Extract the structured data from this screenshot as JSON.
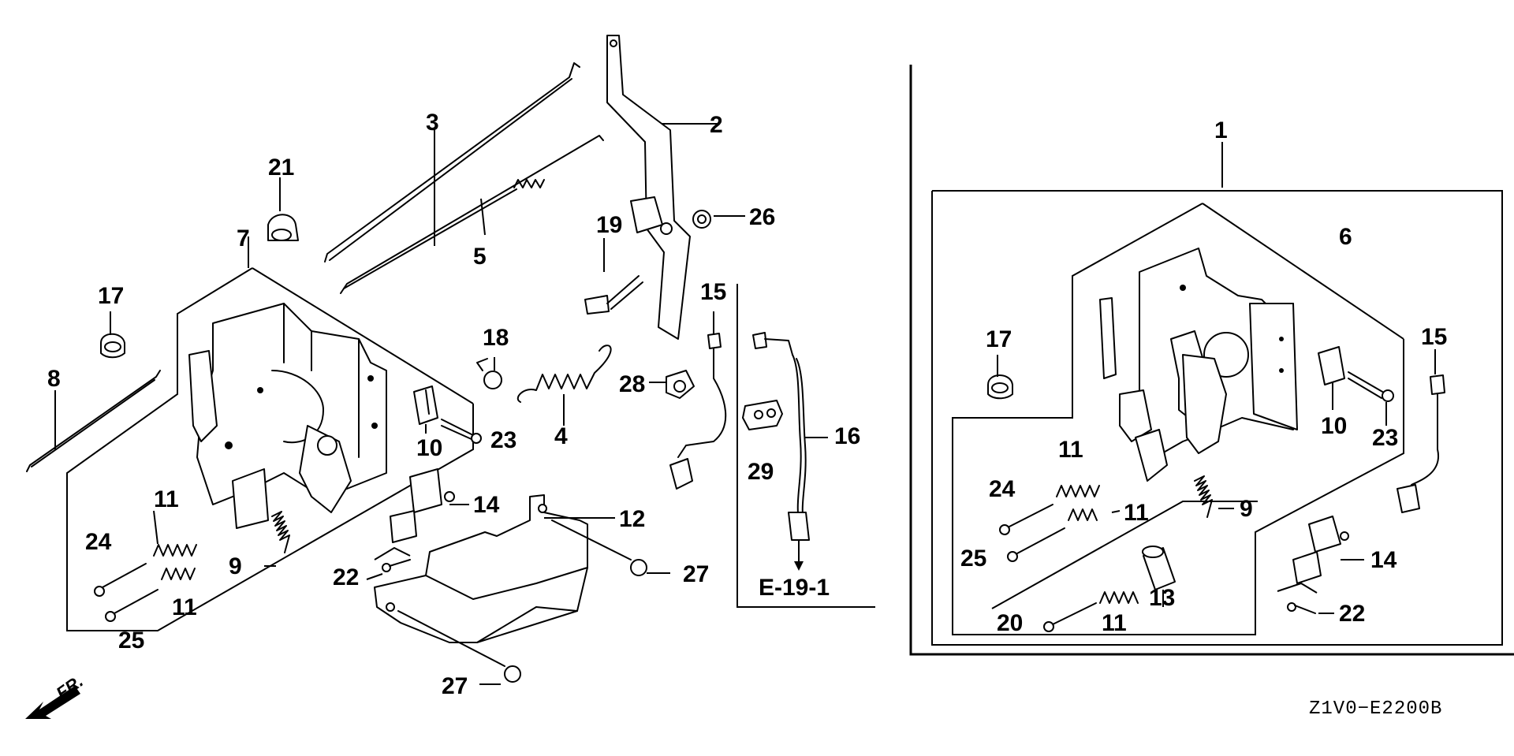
{
  "diagram": {
    "drawing_code": "Z1V0−E2200B",
    "reference_label": "E-19-1",
    "front_label": "FR.",
    "callouts_left": [
      "3",
      "21",
      "7",
      "17",
      "8",
      "18",
      "5",
      "19",
      "2",
      "26",
      "4",
      "10",
      "23",
      "15",
      "28",
      "16",
      "29",
      "11",
      "14",
      "12",
      "24",
      "9",
      "22",
      "27",
      "25",
      "11",
      "27"
    ],
    "callouts_right": [
      "1",
      "6",
      "17",
      "15",
      "10",
      "23",
      "11",
      "24",
      "11",
      "9",
      "25",
      "14",
      "13",
      "20",
      "11",
      "22"
    ]
  }
}
